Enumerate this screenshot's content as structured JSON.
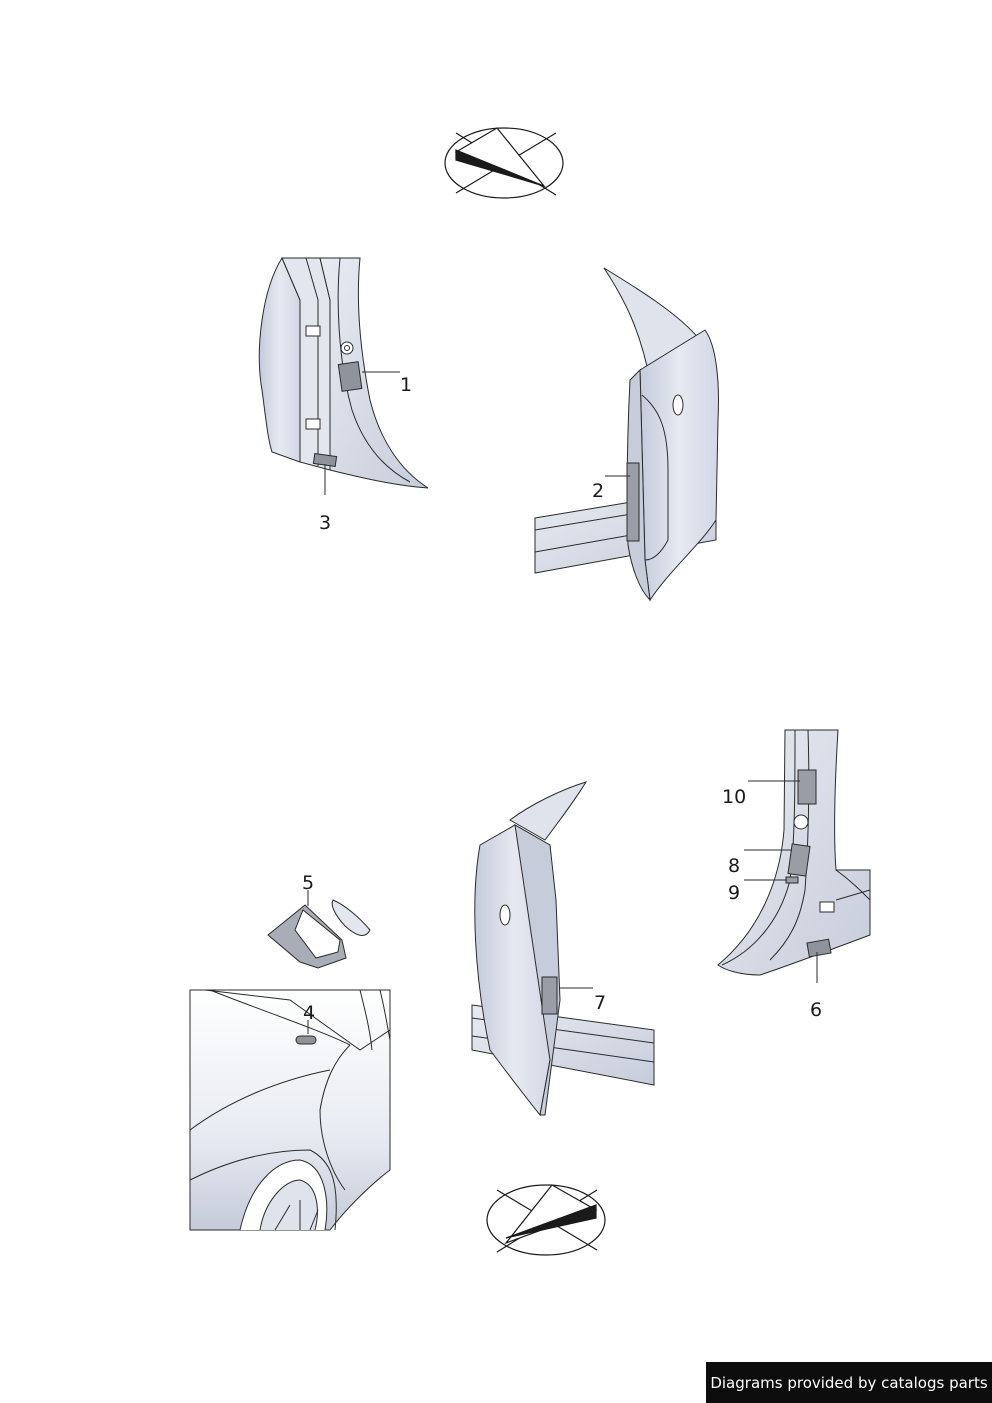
{
  "callouts": {
    "c1": "1",
    "c2": "2",
    "c3": "3",
    "c4": "4",
    "c5": "5",
    "c6": "6",
    "c7": "7",
    "c8": "8",
    "c9": "9",
    "c10": "10"
  },
  "footer": {
    "credit": "Diagrams provided by catalogs parts"
  },
  "colors": {
    "panel": "#dfe3ee",
    "panel_shade": "#c3c9d8",
    "outline": "#2b2b2b",
    "label_patch": "#9a9da6",
    "credit_bg": "#0d0d0d"
  },
  "icons": [
    "orientation-compass-icon"
  ]
}
